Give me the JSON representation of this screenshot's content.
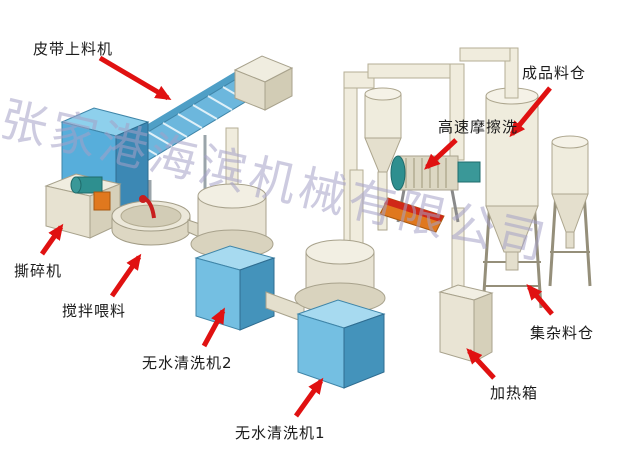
{
  "diagram": {
    "watermark": "张家港海滨机械有限公司",
    "labels": {
      "belt_feeder": "皮带上料机",
      "finished_silo": "成品料仓",
      "friction_washer": "高速摩擦洗",
      "shredder": "撕碎机",
      "mixing_feeder": "搅拌喂料",
      "washer2": "无水清洗机2",
      "washer1": "无水清洗机1",
      "impurity_silo": "集杂料仓",
      "heating_box": "加热箱"
    },
    "colors": {
      "arrow_red": "#e01111",
      "machine_body": "#efecdd",
      "machine_shade": "#d6d0ba",
      "panel_blue": "#74bfe2",
      "panel_blue_dark": "#4493bb",
      "conveyor_blue": "#6cb7dd",
      "accent_teal": "#2e8f8f",
      "accent_orange": "#e0781e",
      "accent_red": "#d02818",
      "watermark_color": "#a4a0c6",
      "background": "#ffffff"
    }
  }
}
